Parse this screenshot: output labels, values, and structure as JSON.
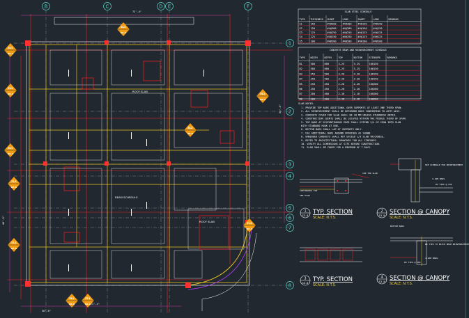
{
  "grid": {
    "top": [
      "B",
      "C",
      "D",
      "E",
      "F"
    ],
    "right": [
      "1",
      "2",
      "3",
      "4",
      "5",
      "6",
      "7",
      "8"
    ]
  },
  "plan_tags": [
    {
      "label": "EL2",
      "value": "xx.x"
    },
    {
      "label": "EL2",
      "value": "xx.x"
    },
    {
      "label": "EL2",
      "value": "xx.x"
    },
    {
      "label": "EL2",
      "value": "xx.x"
    },
    {
      "label": "EL2",
      "value": "xx.x"
    },
    {
      "label": "EL2",
      "value": "xx.x"
    },
    {
      "label": "EL2",
      "value": "xx.x"
    },
    {
      "label": "EL2",
      "value": "xx.x"
    },
    {
      "label": "EL2",
      "value": "xx.x"
    },
    {
      "label": "EL2",
      "value": "xx.x"
    },
    {
      "label": "EL2",
      "value": "xx.x"
    }
  ],
  "room_labels": [
    "ROOF SLAB",
    "ROOF SLAB",
    "BEAM SCHEDULE"
  ],
  "dims": {
    "top": "73'-4\"",
    "bottom": "73'-4\"",
    "left": "40'-0\"",
    "right": "53'-4\"",
    "bottom_left": "36'-0\""
  },
  "tables": {
    "slab": {
      "title": "SLAB STEEL SCHEDULE",
      "headers": [
        "TYPE",
        "THICKNESS",
        "SHORT",
        "LONG",
        "SHORT",
        "LONG",
        "REMARKS"
      ],
      "rows": [
        [
          "S1",
          "150",
          "#4@300",
          "#4@300",
          "#4@150",
          "#4@150",
          ""
        ],
        [
          "S2",
          "150",
          "#4@300",
          "#4@300",
          "#4@150",
          "#4@150",
          ""
        ],
        [
          "S3",
          "125",
          "#4@250",
          "#4@250",
          "#4@125",
          "#4@125",
          ""
        ],
        [
          "S4",
          "125",
          "#4@250",
          "#4@250",
          "#4@125",
          "#4@125",
          ""
        ],
        [
          "S5",
          "100",
          "#4@200",
          "#4@200",
          "#4@100",
          "#4@100",
          ""
        ]
      ]
    },
    "beam": {
      "title": "CONCRETE BEAM AND REINFORCEMENT SCHEDULE",
      "headers": [
        "TYPE",
        "WIDTH",
        "DEPTH",
        "TOP",
        "BOTTOM",
        "STIRRUPS",
        "REMARKS"
      ],
      "rows": [
        [
          "B1",
          "300",
          "600",
          "3-25",
          "3-25",
          "10@150",
          ""
        ],
        [
          "B2",
          "300",
          "600",
          "3-25",
          "3-25",
          "10@150",
          ""
        ],
        [
          "B3",
          "250",
          "500",
          "3-20",
          "3-20",
          "10@150",
          ""
        ],
        [
          "B4",
          "250",
          "500",
          "3-20",
          "3-20",
          "10@150",
          ""
        ],
        [
          "B5",
          "250",
          "450",
          "2-20",
          "2-20",
          "10@200",
          ""
        ],
        [
          "B6",
          "250",
          "450",
          "2-20",
          "2-20",
          "10@200",
          ""
        ],
        [
          "B7",
          "200",
          "400",
          "2-16",
          "2-16",
          "10@200",
          ""
        ],
        [
          "B8",
          "200",
          "400",
          "2-16",
          "2-16",
          "10@200",
          ""
        ]
      ]
    }
  },
  "notes": {
    "heading": "SLAB NOTES:",
    "lines": [
      "1. PROVIDE TOP BARS ADDITIONAL OVER SUPPORTS AT LEAST ONE THIRD SPAN.",
      "2. ALL REINFORCEMENT SHALL BE DEFORMED BARS CONFORMING TO ASTM A615.",
      "3. CONCRETE COVER FOR SLAB SHALL BE 20 MM UNLESS OTHERWISE NOTED.",
      "4. CONSTRUCTION JOINTS SHALL BE LOCATED WITHIN THE MIDDLE THIRD OF SPAN.",
      "5. TOP BARS AT DISCONTINUOUS EDGE SHALL EXTEND 1/4 OF SPAN INTO SLAB",
      "   WITH STANDARD HOOK AT END.",
      "6. BOTTOM BARS SHALL LAP AT SUPPORTS ONLY.",
      "7. USE ADDITIONAL BARS AROUND OPENINGS AS SHOWN.",
      "8. EMBEDDED CONDUITS SHALL NOT EXCEED 1/3 SLAB THICKNESS.",
      "9. REFER TO ARCHITECTURAL DRAWINGS FOR ALL FINISHES.",
      "10. VERIFY ALL DIMENSIONS AT SITE BEFORE CONSTRUCTION.",
      "11. SLAB SHALL BE CURED FOR A MINIMUM OF 7 DAYS."
    ]
  },
  "sections": [
    {
      "num": "1",
      "sheet": "S3.0",
      "title": "TYP. SECTION",
      "scale": "SCALE: N.T.S."
    },
    {
      "num": "2",
      "sheet": "S3.0",
      "title": "SECTION @ CANOPY",
      "scale": "SCALE: N.T.S."
    },
    {
      "num": "3",
      "sheet": "S3.0",
      "title": "TYP. SECTION",
      "scale": "SCALE: N.T.S."
    },
    {
      "num": "4",
      "sheet": "S3.0",
      "title": "SECTION @ CANOPY",
      "scale": "SCALE: N.T.S."
    }
  ],
  "detail_tags": [
    "SEE SCHEDULE FOR REINFORCEMENT",
    "4-16M BARS",
    "#3 TIES @ 150",
    "CONTINUOUS TOP",
    "SEE PLAN",
    "100 THK SLAB",
    "BOTTOM BARS",
    "#4 TIES TO MATCH BEAM REINFORCEMENT",
    "4-16M BARS",
    "#3 TIES @ 150"
  ],
  "colors": {
    "bg": "#212830",
    "grid": "#5ad6c8",
    "beam": "#e8c020",
    "wall": "#ff2020",
    "col": "#ff3030",
    "tag": "#f39c12",
    "text": "#ffffff",
    "dim": "#ff40c0"
  }
}
